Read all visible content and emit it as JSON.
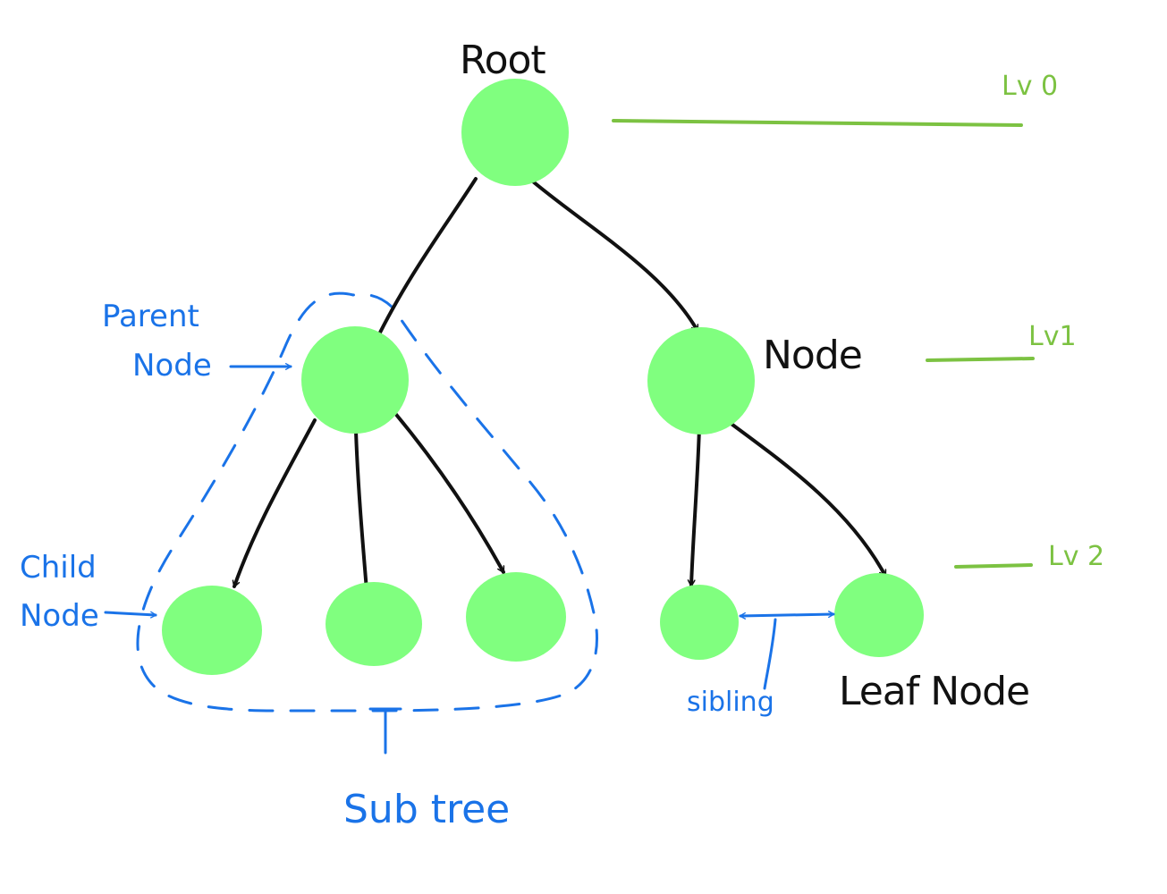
{
  "colors": {
    "node_fill": "#80ff7f",
    "edge": "#111111",
    "annotation": "#1a73e8",
    "level": "#7cc242"
  },
  "labels": {
    "root": "Root",
    "node": "Node",
    "leaf_node": "Leaf Node",
    "parent_node_line1": "Parent",
    "parent_node_line2": "Node",
    "child_node_line1": "Child",
    "child_node_line2": "Node",
    "sibling": "sibling",
    "subtree": "Sub tree"
  },
  "levels": {
    "lv0": "Lv 0",
    "lv1": "Lv1",
    "lv2": "Lv 2"
  }
}
